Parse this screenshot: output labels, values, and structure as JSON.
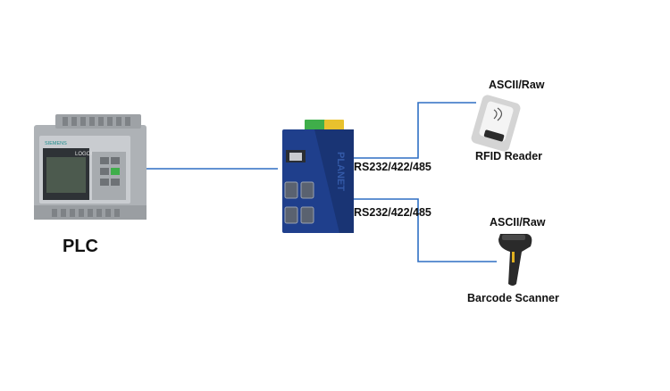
{
  "labels": {
    "plc": "PLC",
    "link_top": "RS232/422/485",
    "link_bottom": "RS232/422/485",
    "protocol_top": "ASCII/Raw",
    "protocol_bottom": "ASCII/Raw",
    "rfid": "RFID Reader",
    "barcode": "Barcode Scanner"
  },
  "device_text": {
    "plc_brand": "SIEMENS",
    "plc_model": "LOGO!",
    "server_brand": "PLANET"
  },
  "colors": {
    "connector_line": "#2f6fc4",
    "server_body": "#1f3f8c",
    "plc_body": "#b9bcc0",
    "terminal_green": "#3fae4a",
    "terminal_yellow": "#e8c12e"
  }
}
